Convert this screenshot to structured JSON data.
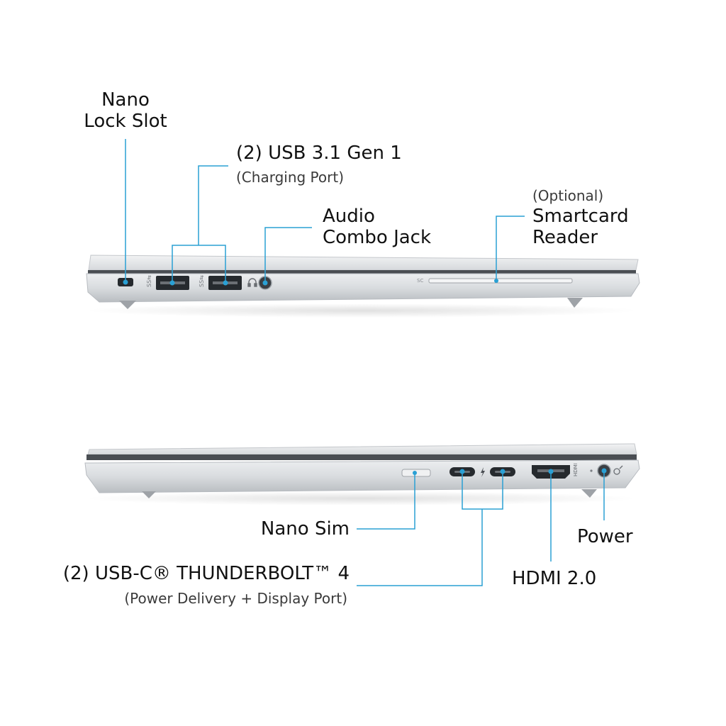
{
  "top_view": {
    "nano_lock_slot": {
      "line1": "Nano",
      "line2": "Lock Slot"
    },
    "usb_a": {
      "title": "(2) USB 3.1 Gen 1",
      "subtitle": "(Charging Port)"
    },
    "audio_jack": {
      "line1": "Audio",
      "line2": "Combo Jack"
    },
    "smartcard": {
      "optional": "(Optional)",
      "line1": "Smartcard",
      "line2": "Reader"
    },
    "port_marking": "SC"
  },
  "bottom_view": {
    "nano_sim": {
      "label": "Nano Sim"
    },
    "usb_c": {
      "title": "(2) USB-C® THUNDERBOLT™ 4",
      "subtitle": "(Power Delivery + Display Port)"
    },
    "hdmi": {
      "label": "HDMI 2.0"
    },
    "power": {
      "label": "Power"
    }
  },
  "colors": {
    "callout": "#2aa0d4",
    "chassis_light": "#e6e8ea",
    "chassis_mid": "#c9ccd0",
    "chassis_dark": "#8e9297",
    "port": "#262a2e"
  },
  "icons": [
    "usb-superspeed-icon",
    "headset-icon",
    "thunderbolt-icon",
    "hdmi-logo-icon",
    "power-icon"
  ]
}
